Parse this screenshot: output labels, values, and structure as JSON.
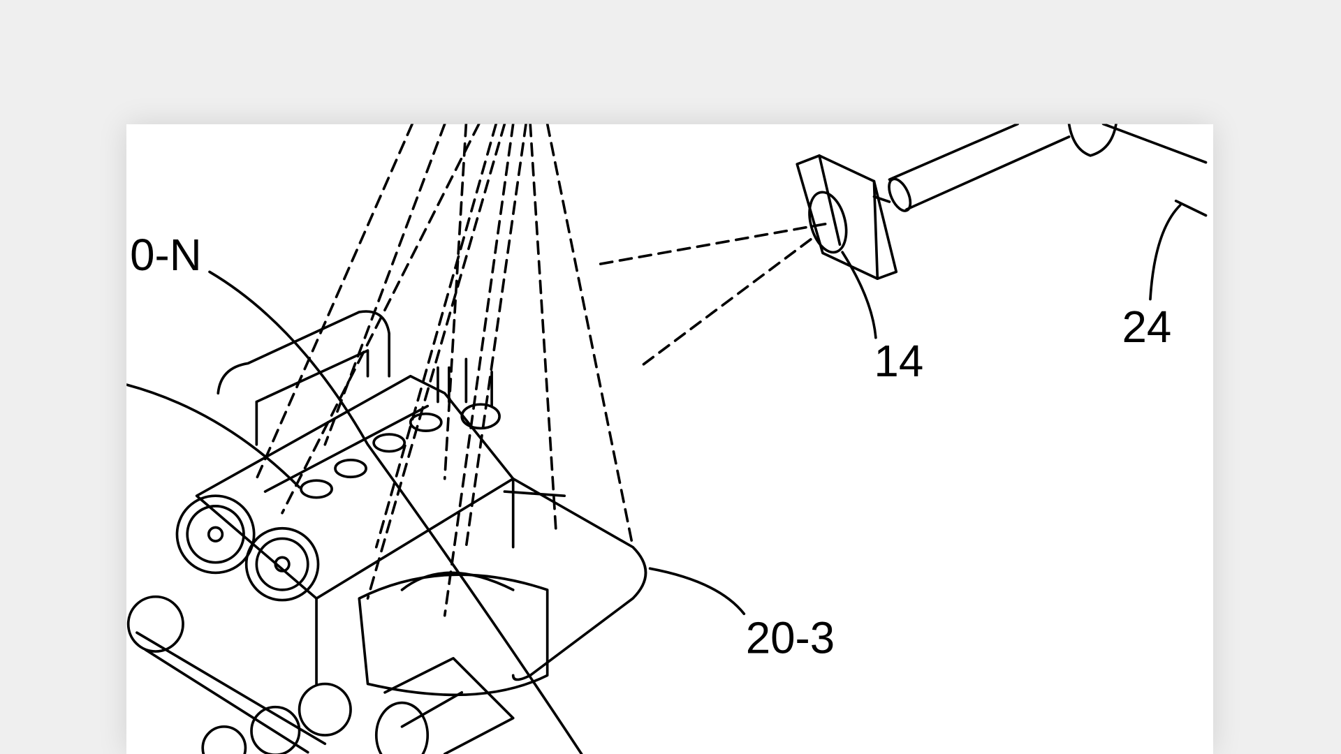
{
  "figure": {
    "labels": {
      "engine_partial": "0-N",
      "sensor": "14",
      "arm": "24",
      "hose": "20-3"
    }
  }
}
